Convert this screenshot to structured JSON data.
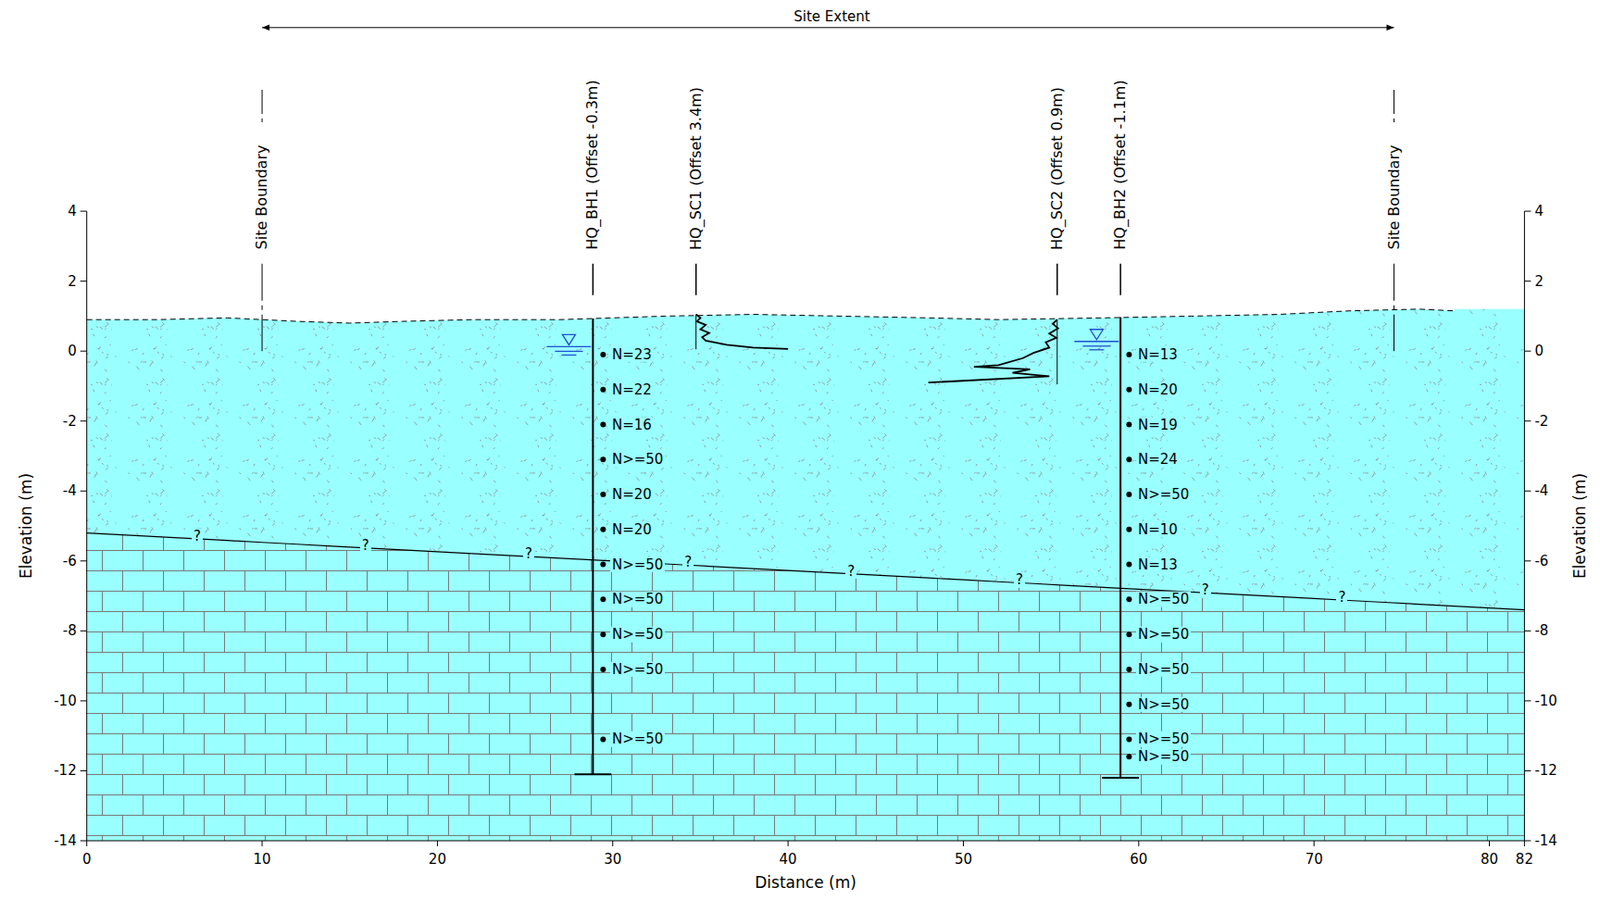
{
  "diagram": {
    "labels": [
      "Site Extent",
      "Site Boundary",
      "HQ_BH1 (Offset -0.3m)",
      "HQ_SC1 (Offset 3.4m)",
      "HQ_SC2 (Offset 0.9m)",
      "HQ_BH2 (Offset -1.1m)",
      "Site Boundary",
      "N=23",
      "N=22",
      "N=16",
      "N>=50",
      "N=20",
      "N=20",
      "N>=50",
      "N>=50",
      "N>=50",
      "N>=50",
      "N>=50",
      "N=13",
      "N=20",
      "N=19",
      "N=24",
      "N>=50",
      "N=10",
      "N=13",
      "N>=50",
      "N>=50",
      "N>=50",
      "N>=50",
      "N>=50",
      "N>=50",
      "?",
      "?",
      "?",
      "?",
      "?",
      "?",
      "?",
      "?",
      "4",
      "2",
      "0",
      "-2",
      "-4",
      "-6",
      "-8",
      "-10",
      "-12",
      "-14",
      "4",
      "2",
      "0",
      "-2",
      "-4",
      "-6",
      "-8",
      "-10",
      "-12",
      "-14",
      "0",
      "10",
      "20",
      "30",
      "40",
      "50",
      "60",
      "70",
      "80",
      "82",
      "Elevation (m)",
      "Elevation (m)",
      "Distance (m)"
    ]
  }
}
